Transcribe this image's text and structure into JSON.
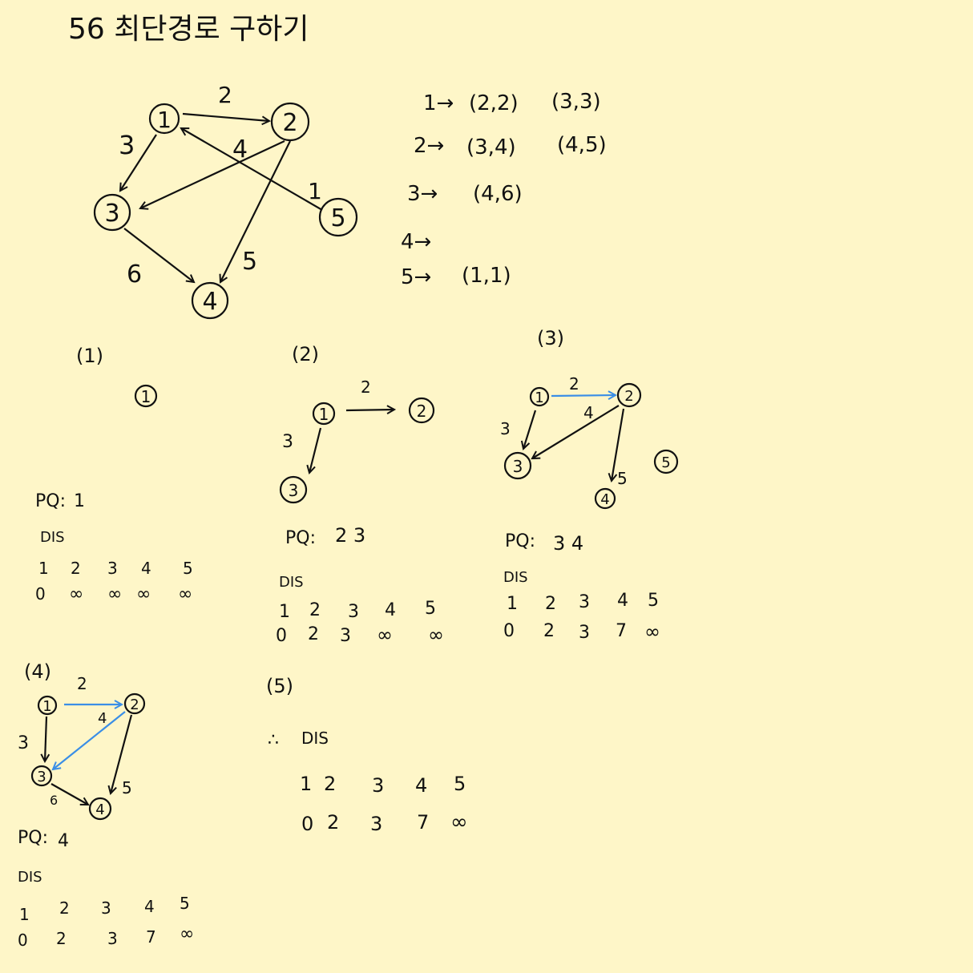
{
  "title": "56 최단경로 구하기",
  "colors": {
    "background": "#fef6c8",
    "ink": "#111111",
    "highlight": "#3a8ee6"
  },
  "main_graph": {
    "nodes": [
      "1",
      "2",
      "3",
      "4",
      "5"
    ],
    "edges": [
      {
        "from": "1",
        "to": "2",
        "weight": "2"
      },
      {
        "from": "1",
        "to": "3",
        "weight": "3"
      },
      {
        "from": "2",
        "to": "3",
        "weight": "4"
      },
      {
        "from": "2",
        "to": "4",
        "weight": "5"
      },
      {
        "from": "3",
        "to": "4",
        "weight": "6"
      },
      {
        "from": "5",
        "to": "1",
        "weight": "1"
      }
    ]
  },
  "adjacency": [
    {
      "node": "1→",
      "pairs": [
        "(2,2)",
        "(3,3)"
      ]
    },
    {
      "node": "2→",
      "pairs": [
        "(3,4)",
        "(4,5)"
      ]
    },
    {
      "node": "3→",
      "pairs": [
        "(4,6)"
      ]
    },
    {
      "node": "4→",
      "pairs": []
    },
    {
      "node": "5→",
      "pairs": [
        "(1,1)"
      ]
    }
  ],
  "steps": [
    {
      "label": "(1)",
      "pq_label": "PQ:",
      "pq": "1",
      "dis_label": "DIS",
      "dis_header": [
        "1",
        "2",
        "3",
        "4",
        "5"
      ],
      "dis_values": [
        "0",
        "∞",
        "∞",
        "∞",
        "∞"
      ]
    },
    {
      "label": "(2)",
      "pq_label": "PQ:",
      "pq": "2 3",
      "dis_label": "DIS",
      "dis_header": [
        "1",
        "2",
        "3",
        "4",
        "5"
      ],
      "dis_values": [
        "0",
        "2",
        "3",
        "∞",
        "∞"
      ]
    },
    {
      "label": "(3)",
      "pq_label": "PQ:",
      "pq": "3 4",
      "dis_label": "DIS",
      "dis_header": [
        "1",
        "2",
        "3",
        "4",
        "5"
      ],
      "dis_values": [
        "0",
        "2",
        "3",
        "7",
        "∞"
      ]
    },
    {
      "label": "(4)",
      "pq_label": "PQ:",
      "pq": "4",
      "dis_label": "DIS",
      "dis_header": [
        "1",
        "2",
        "3",
        "4",
        "5"
      ],
      "dis_values": [
        "0",
        "2",
        "3",
        "7",
        "∞"
      ]
    },
    {
      "label": "(5)",
      "prefix": "∴",
      "dis_label": "DIS",
      "dis_header": [
        "1",
        "2",
        "3",
        "4",
        "5"
      ],
      "dis_values": [
        "0",
        "2",
        "3",
        "7",
        "∞"
      ]
    }
  ]
}
